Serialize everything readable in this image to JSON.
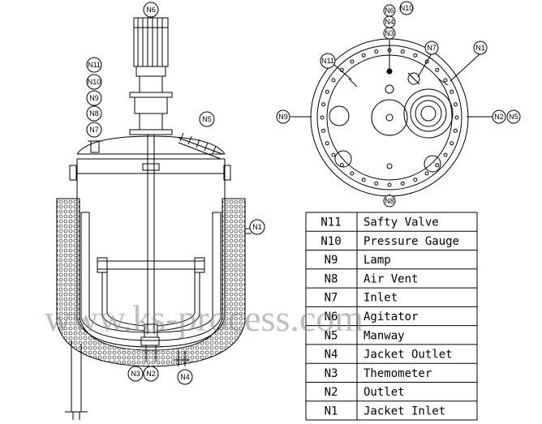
{
  "vessel_tags": {
    "n6": "N6",
    "n11": "N11",
    "n10": "N10",
    "n9": "N9",
    "n8": "N8",
    "n7": "N7",
    "n5": "N5",
    "n1": "N1",
    "n3": "N3",
    "n2": "N2",
    "n4": "N4"
  },
  "top_view_tags": {
    "n6": "N6",
    "n4": "N4",
    "n3": "N3",
    "n10": "N10",
    "n7": "N7",
    "n1": "N1",
    "n11": "N11",
    "n9": "N9",
    "n2": "N2",
    "n5": "N5",
    "n8": "N8"
  },
  "legend": [
    {
      "code": "N11",
      "name": "Safty Valve"
    },
    {
      "code": "N10",
      "name": "Pressure Gauge"
    },
    {
      "code": "N9",
      "name": "Lamp"
    },
    {
      "code": "N8",
      "name": "Air Vent"
    },
    {
      "code": "N7",
      "name": "Inlet"
    },
    {
      "code": "N6",
      "name": "Agitator"
    },
    {
      "code": "N5",
      "name": "Manway"
    },
    {
      "code": "N4",
      "name": "Jacket Outlet"
    },
    {
      "code": "N3",
      "name": "Themometer"
    },
    {
      "code": "N2",
      "name": "Outlet"
    },
    {
      "code": "N1",
      "name": "Jacket Inlet"
    }
  ],
  "watermark": "www.ks-process.com",
  "colors": {
    "line": "#000000",
    "watermark": "#8a8a8a"
  }
}
